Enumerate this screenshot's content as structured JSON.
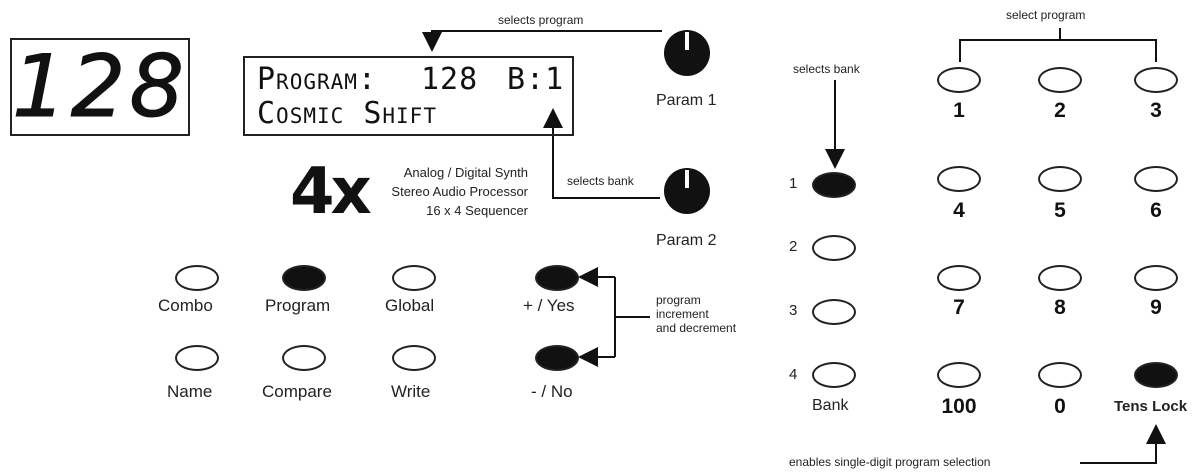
{
  "display": {
    "number": "128"
  },
  "lcd": {
    "line1_label": "Program:",
    "line1_number": "128",
    "line1_bank": "B:1",
    "line2": "Cosmic Shift"
  },
  "logo": {
    "mark": "4x",
    "line1": "Analog / Digital Synth",
    "line2": "Stereo Audio Processor",
    "line3": "16 x 4 Sequencer"
  },
  "knobs": {
    "param1": "Param 1",
    "param2": "Param 2",
    "param1_note": "selects program",
    "param2_note": "selects bank"
  },
  "mode_buttons": {
    "combo": "Combo",
    "program": "Program",
    "global": "Global",
    "name": "Name",
    "compare": "Compare",
    "write": "Write",
    "yes": "+ / Yes",
    "no": "- / No"
  },
  "inc_dec_note": {
    "line1": "program",
    "line2": "increment",
    "line3": "and decrement"
  },
  "bank": {
    "note": "selects bank",
    "numbers": [
      "1",
      "2",
      "3",
      "4"
    ],
    "label": "Bank"
  },
  "program_select": {
    "note": "select program",
    "keys": [
      "1",
      "2",
      "3",
      "4",
      "5",
      "6",
      "7",
      "8",
      "9",
      "100",
      "0"
    ],
    "tens_lock": "Tens Lock",
    "tens_note": "enables single-digit program selection"
  }
}
